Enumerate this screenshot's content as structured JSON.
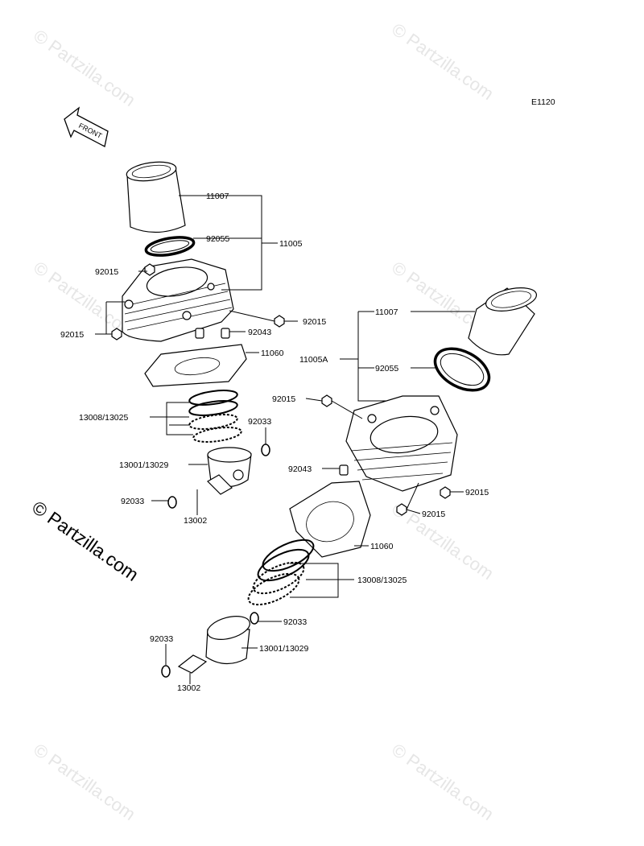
{
  "diagram_code": "E1120",
  "front_label": "FRONT",
  "watermarks": {
    "small": "© Partzilla.com",
    "large": "© Partzilla.com"
  },
  "labels": {
    "top_11007": "11007",
    "top_92055": "92055",
    "top_11005": "11005",
    "top_92015_a": "92015",
    "top_92015_b": "92015",
    "top_92015_c": "92015",
    "top_92043": "92043",
    "top_11060": "11060",
    "top_13008": "13008/13025",
    "top_92033_a": "92033",
    "top_13001": "13001/13029",
    "top_92033_b": "92033",
    "top_13002": "13002",
    "r_11007": "11007",
    "r_11005A": "11005A",
    "r_92055": "92055",
    "r_92015_a": "92015",
    "r_92043": "92043",
    "r_92015_b": "92015",
    "r_92015_c": "92015",
    "r_11060": "11060",
    "r_13008": "13008/13025",
    "r_92033_a": "92033",
    "r_92033_b": "92033",
    "r_13001": "13001/13029",
    "r_13002": "13002"
  }
}
